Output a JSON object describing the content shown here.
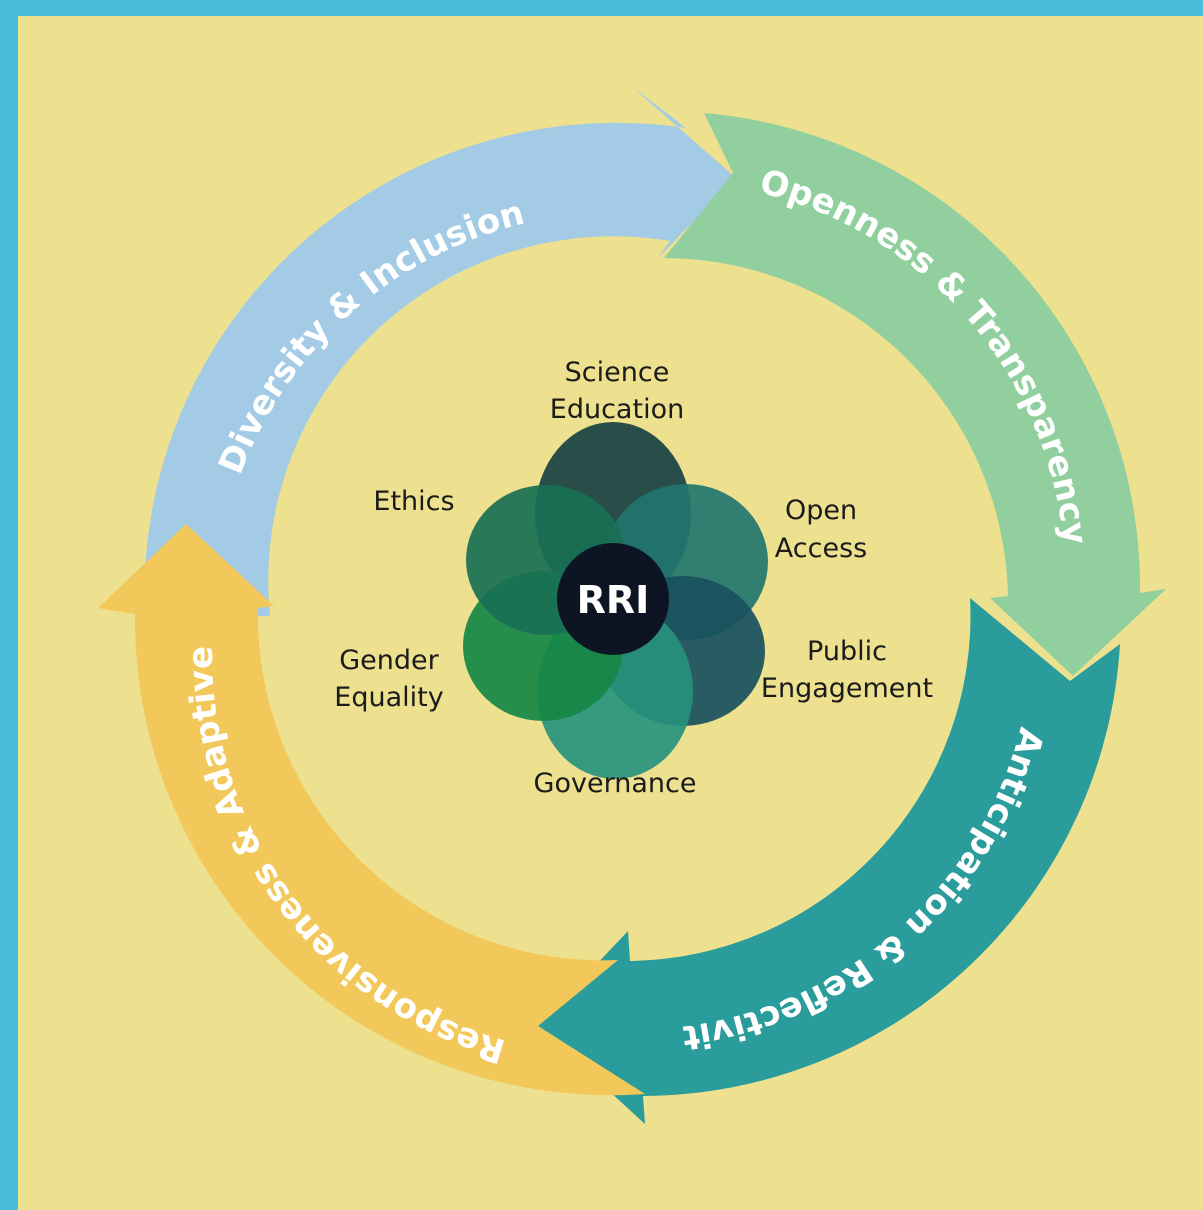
{
  "center": {
    "label": "RRI"
  },
  "facets": {
    "science_education": [
      "Science",
      "Education"
    ],
    "ethics": [
      "Ethics"
    ],
    "open_access": [
      "Open",
      "Access"
    ],
    "gender_equality": [
      "Gender",
      "Equality"
    ],
    "public_engagement": [
      "Public",
      "Engagement"
    ],
    "governance": [
      "Governance"
    ]
  },
  "cycle": {
    "diversity": "Diversity & Inclusion",
    "openness": "Openness & Transparency",
    "anticipation": "Anticipation & Reflectivity",
    "responsiveness": "Responsiveness & Adaptive"
  },
  "colors": {
    "background": "#ede18f",
    "frame": "#46bcd8",
    "diversity_arrow": "#a3cbe6",
    "openness_arrow": "#91cf9e",
    "anticipation_arrow": "#2a9c9b",
    "responsiveness_arrow": "#f2c85a",
    "petals": [
      "#1a4a7a",
      "#2485c2",
      "#1a5ba8",
      "#2aa6dd",
      "#17997c",
      "#1a7f96"
    ],
    "center": "#0d1524"
  }
}
